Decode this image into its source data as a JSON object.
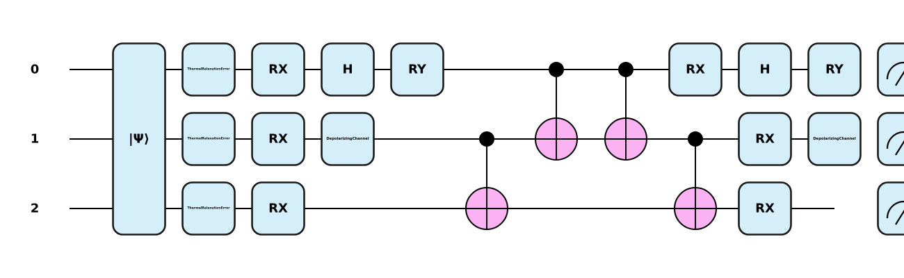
{
  "qubits": [
    "0",
    "1",
    "2"
  ],
  "colors": {
    "gate_fill": "#d5effa",
    "gate_border": "#1a1a1a",
    "target_fill": "#fbb2f2",
    "wire": "#000000"
  },
  "state_prep": {
    "label": "|Ψ⟩",
    "qubits": [
      0,
      1,
      2
    ]
  },
  "gates": [
    {
      "label": "ThermalRelaxationError",
      "qubit": 0,
      "col": 1
    },
    {
      "label": "ThermalRelaxationError",
      "qubit": 1,
      "col": 1
    },
    {
      "label": "ThermalRelaxationError",
      "qubit": 2,
      "col": 1
    },
    {
      "label": "RX",
      "qubit": 0,
      "col": 2
    },
    {
      "label": "RX",
      "qubit": 1,
      "col": 2
    },
    {
      "label": "RX",
      "qubit": 2,
      "col": 2
    },
    {
      "label": "H",
      "qubit": 0,
      "col": 3
    },
    {
      "label": "DepolarizingChannel",
      "qubit": 1,
      "col": 3
    },
    {
      "label": "RY",
      "qubit": 0,
      "col": 4
    },
    {
      "label": "RX",
      "qubit": 0,
      "col": 8
    },
    {
      "label": "H",
      "qubit": 0,
      "col": 9
    },
    {
      "label": "RX",
      "qubit": 1,
      "col": 9
    },
    {
      "label": "RX",
      "qubit": 2,
      "col": 9
    },
    {
      "label": "RY",
      "qubit": 0,
      "col": 10
    },
    {
      "label": "DepolarizingChannel",
      "qubit": 1,
      "col": 10
    }
  ],
  "cnots": [
    {
      "control": 1,
      "target": 2,
      "col": 5
    },
    {
      "control": 0,
      "target": 1,
      "col": 6
    },
    {
      "control": 0,
      "target": 1,
      "col": 7
    },
    {
      "control": 1,
      "target": 2,
      "col": 8
    }
  ],
  "measurements": [
    {
      "qubit": 0,
      "col": 11,
      "icon": "measurement-meter-icon"
    },
    {
      "qubit": 1,
      "col": 11,
      "icon": "measurement-meter-icon"
    },
    {
      "qubit": 2,
      "col": 11,
      "icon": "measurement-meter-icon"
    }
  ]
}
